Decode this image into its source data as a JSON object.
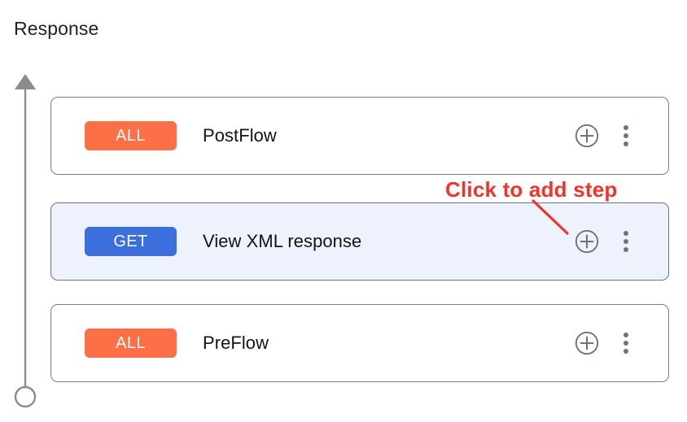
{
  "page": {
    "title": "Response",
    "background_color": "#ffffff"
  },
  "colors": {
    "badge_all": "#fb7046",
    "badge_get": "#3b6fdd",
    "card_border": "#7b7f84",
    "card_selected_background": "#eef2fc",
    "icon_gray": "#6e7377",
    "rail_gray": "#8a8d90",
    "annotation_red": "#f0342c",
    "label_text": "#141414"
  },
  "timeline": {
    "arrow_icon": "arrow-up-icon",
    "endpoint_icon": "circle-outline-icon",
    "direction": "upward"
  },
  "flow": {
    "cards": [
      {
        "method": "ALL",
        "method_color": "#fb7046",
        "label": "PostFlow",
        "selected": false,
        "add_icon": "plus-circle-icon",
        "menu_icon": "more-vertical-icon"
      },
      {
        "method": "GET",
        "method_color": "#3b6fdd",
        "label": "View XML response",
        "selected": true,
        "add_icon": "plus-circle-icon",
        "menu_icon": "more-vertical-icon"
      },
      {
        "method": "ALL",
        "method_color": "#fb7046",
        "label": "PreFlow",
        "selected": false,
        "add_icon": "plus-circle-icon",
        "menu_icon": "more-vertical-icon"
      }
    ]
  },
  "annotation": {
    "text": "Click to add step",
    "color": "#f0342c",
    "pointer_icon": "callout-arrow-icon",
    "points_to": "add-step-button-row-2"
  }
}
